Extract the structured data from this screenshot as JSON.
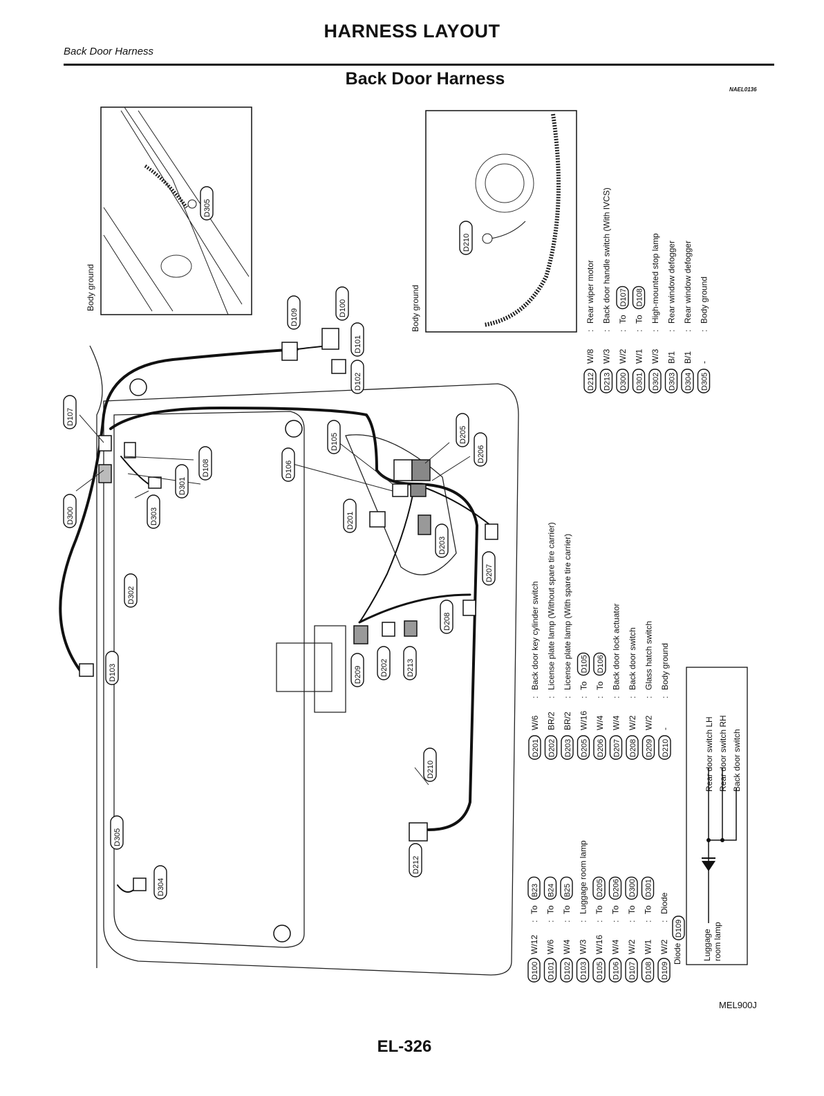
{
  "header": {
    "title": "HARNESS LAYOUT",
    "section": "Back Door Harness",
    "subtitle": "Back Door Harness",
    "figure_code": "NAEL0136"
  },
  "callouts": {
    "body_ground_left": "Body ground",
    "body_ground_right": "Body ground"
  },
  "diagram_labels": [
    "D107",
    "D300",
    "D108",
    "D301",
    "D303",
    "D302",
    "D103",
    "D305",
    "D304",
    "D109",
    "D100",
    "D101",
    "D102",
    "D105",
    "D106",
    "D201",
    "D205",
    "D206",
    "D203",
    "D207",
    "D208",
    "D209",
    "D202",
    "D213",
    "D210",
    "D212",
    "D305",
    "D210"
  ],
  "legend_left": [
    {
      "code": "D100",
      "wire": "W/12",
      "desc": "To",
      "ref": "B23"
    },
    {
      "code": "D101",
      "wire": "W/6",
      "desc": "To",
      "ref": "B24"
    },
    {
      "code": "D102",
      "wire": "W/4",
      "desc": "To",
      "ref": "B25"
    },
    {
      "code": "D103",
      "wire": "W/3",
      "desc": "Luggage room lamp",
      "ref": ""
    },
    {
      "code": "D105",
      "wire": "W/16",
      "desc": "To",
      "ref": "D205"
    },
    {
      "code": "D106",
      "wire": "W/4",
      "desc": "To",
      "ref": "D206"
    },
    {
      "code": "D107",
      "wire": "W/2",
      "desc": "To",
      "ref": "D300"
    },
    {
      "code": "D108",
      "wire": "W/1",
      "desc": "To",
      "ref": "D301"
    },
    {
      "code": "D109",
      "wire": "W/2",
      "desc": "Diode",
      "ref": ""
    }
  ],
  "legend_middle": [
    {
      "code": "D201",
      "wire": "W/6",
      "desc": "Back door key cylinder switch",
      "ref": ""
    },
    {
      "code": "D202",
      "wire": "BR/2",
      "desc": "License plate lamp (Without spare tire carrier)",
      "ref": ""
    },
    {
      "code": "D203",
      "wire": "BR/2",
      "desc": "License plate lamp (With spare tire carrier)",
      "ref": ""
    },
    {
      "code": "D205",
      "wire": "W/16",
      "desc": "To",
      "ref": "D105"
    },
    {
      "code": "D206",
      "wire": "W/4",
      "desc": "To",
      "ref": "D106"
    },
    {
      "code": "D207",
      "wire": "W/4",
      "desc": "Back door lock actuator",
      "ref": ""
    },
    {
      "code": "D208",
      "wire": "W/2",
      "desc": "Back door switch",
      "ref": ""
    },
    {
      "code": "D209",
      "wire": "W/2",
      "desc": "Glass hatch switch",
      "ref": ""
    },
    {
      "code": "D210",
      "wire": "-",
      "desc": "Body ground",
      "ref": ""
    }
  ],
  "legend_right": [
    {
      "code": "D212",
      "wire": "W/8",
      "desc": "Rear wiper motor",
      "ref": ""
    },
    {
      "code": "D213",
      "wire": "W/3",
      "desc": "Back door handle switch (With IVCS)",
      "ref": ""
    },
    {
      "code": "D300",
      "wire": "W/2",
      "desc": "To",
      "ref": "D107"
    },
    {
      "code": "D301",
      "wire": "W/1",
      "desc": "To",
      "ref": "D108"
    },
    {
      "code": "D302",
      "wire": "W/3",
      "desc": "High-mounted stop lamp",
      "ref": ""
    },
    {
      "code": "D303",
      "wire": "B/1",
      "desc": "Rear window defogger",
      "ref": ""
    },
    {
      "code": "D304",
      "wire": "B/1",
      "desc": "Rear window defogger",
      "ref": ""
    },
    {
      "code": "D305",
      "wire": "-",
      "desc": "Body ground",
      "ref": ""
    }
  ],
  "diode_box": {
    "title": "Diode",
    "code": "D109",
    "left_label_1": "Luggage",
    "left_label_2": "room lamp",
    "right_1": "Rear door switch LH",
    "right_2": "Rear door switch RH",
    "right_3": "Back door switch"
  },
  "footer": {
    "figure_ref": "MEL900J",
    "page": "EL-326"
  }
}
